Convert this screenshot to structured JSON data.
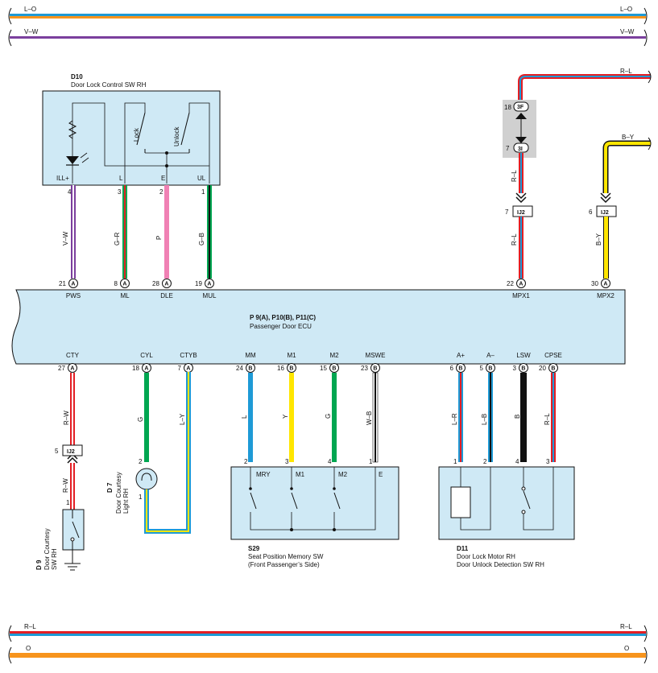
{
  "buses_top": [
    {
      "label": "L–O",
      "colors": [
        "#1e9ad6",
        "#f7941d"
      ]
    },
    {
      "label": "V–W",
      "colors": [
        "#7b3f9d",
        "#ffffff"
      ]
    }
  ],
  "buses_bottom": [
    {
      "label": "R–L",
      "colors": [
        "#e31e24",
        "#1e9ad6"
      ]
    },
    {
      "label": "O",
      "colors": [
        "#f7941d",
        "#f7941d"
      ]
    }
  ],
  "d10": {
    "code": "D10",
    "name": "Door Lock Control SW RH",
    "terminals": [
      "ILL+",
      "L",
      "E",
      "UL"
    ],
    "pins": [
      "4",
      "3",
      "2",
      "1"
    ],
    "switch_lock": "Lock",
    "switch_unlock": "Unlock"
  },
  "wires_top": [
    {
      "label": "V–W",
      "colors": [
        "#7b3f9d",
        "#ffffff"
      ]
    },
    {
      "label": "G–R",
      "colors": [
        "#00a651",
        "#e31e24"
      ]
    },
    {
      "label": "P",
      "colors": [
        "#f081b4",
        "#f081b4"
      ]
    },
    {
      "label": "G–B",
      "colors": [
        "#00a651",
        "#111111"
      ]
    }
  ],
  "ecu": {
    "title": "P 9(A), P10(B), P11(C)",
    "name": "Passenger Door ECU",
    "top_pins": [
      {
        "num": "21",
        "conn": "A",
        "term": "PWS"
      },
      {
        "num": "8",
        "conn": "A",
        "term": "ML"
      },
      {
        "num": "28",
        "conn": "A",
        "term": "DLE"
      },
      {
        "num": "19",
        "conn": "A",
        "term": "MUL"
      },
      {
        "num": "22",
        "conn": "A",
        "term": "MPX1"
      },
      {
        "num": "30",
        "conn": "A",
        "term": "MPX2"
      }
    ],
    "bottom_pins": [
      {
        "num": "27",
        "conn": "A",
        "term": "CTY"
      },
      {
        "num": "18",
        "conn": "A",
        "term": "CYL"
      },
      {
        "num": "7",
        "conn": "A",
        "term": "CTYB"
      },
      {
        "num": "24",
        "conn": "B",
        "term": "MM"
      },
      {
        "num": "16",
        "conn": "B",
        "term": "M1"
      },
      {
        "num": "15",
        "conn": "B",
        "term": "M2"
      },
      {
        "num": "23",
        "conn": "B",
        "term": "MSWE"
      },
      {
        "num": "6",
        "conn": "B",
        "term": "A+"
      },
      {
        "num": "5",
        "conn": "B",
        "term": "A–"
      },
      {
        "num": "3",
        "conn": "B",
        "term": "LSW"
      },
      {
        "num": "20",
        "conn": "B",
        "term": "CPSE"
      }
    ]
  },
  "mpx1": {
    "bus_label": "R–L",
    "upper_conn": {
      "pin": "18",
      "code": "3F"
    },
    "lower_conn": {
      "pin": "7",
      "code": "3I"
    },
    "wire_label_upper": "R–L",
    "junction": {
      "pin": "7",
      "code": "IJ2"
    },
    "wire_label_lower": "R–L"
  },
  "mpx2": {
    "bus_label": "B–Y",
    "junction": {
      "pin": "6",
      "code": "IJ2"
    },
    "wire_label": "B–Y"
  },
  "wires_bottom": [
    {
      "label": "R–W",
      "colors": [
        "#e31e24",
        "#ffffff"
      ]
    },
    {
      "label": "G",
      "colors": [
        "#00a651",
        "#00a651"
      ]
    },
    {
      "label": "L–Y",
      "colors": [
        "#1e9ad6",
        "#ffe600"
      ]
    },
    {
      "label": "L",
      "colors": [
        "#1e9ad6",
        "#1e9ad6"
      ]
    },
    {
      "label": "Y",
      "colors": [
        "#ffe600",
        "#ffe600"
      ]
    },
    {
      "label": "G",
      "colors": [
        "#00a651",
        "#00a651"
      ]
    },
    {
      "label": "W–B",
      "colors": [
        "#ffffff",
        "#111111"
      ]
    },
    {
      "label": "L–R",
      "colors": [
        "#1e9ad6",
        "#e31e24"
      ]
    },
    {
      "label": "L–B",
      "colors": [
        "#1e9ad6",
        "#111111"
      ]
    },
    {
      "label": "B",
      "colors": [
        "#111111",
        "#111111"
      ]
    },
    {
      "label": "R–L",
      "colors": [
        "#e31e24",
        "#1e9ad6"
      ]
    }
  ],
  "cty_junction": {
    "pin": "5",
    "code": "IJ2",
    "wire_label_lower": "R–W"
  },
  "d9": {
    "code": "D 9",
    "name_l1": "Door Courtesy",
    "name_l2": "SW RH",
    "pin": "1"
  },
  "d7": {
    "code": "D 7",
    "name_l1": "Door Courtesy",
    "name_l2": "Light RH",
    "pin_top": "2",
    "pin_bot": "1"
  },
  "s29": {
    "code": "S29",
    "name_l1": "Seat Position Memory SW",
    "name_l2": "(Front Passenger’s Side)",
    "terminals": [
      "MRY",
      "M1",
      "M2",
      "E"
    ],
    "pins": [
      "2",
      "3",
      "4",
      "1"
    ]
  },
  "d11": {
    "code": "D11",
    "name_l1": "Door Lock Motor RH",
    "name_l2": "Door Unlock Detection SW RH",
    "pins": [
      "1",
      "2",
      "4",
      "3"
    ]
  },
  "colors": {
    "component_fill": "#cfe9f5",
    "connector_box": "#d0d0d0",
    "outline": "#111111"
  }
}
